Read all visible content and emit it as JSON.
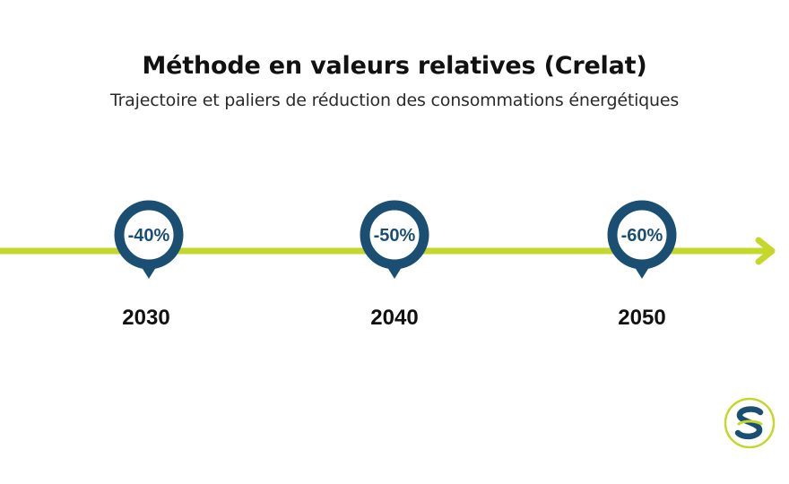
{
  "header": {
    "title": "Méthode en valeurs relatives (Crelat)",
    "subtitle": "Trajectoire et paliers de réduction des consommations énergétiques"
  },
  "milestones": [
    {
      "reduction": "-40%",
      "year": "2030"
    },
    {
      "reduction": "-50%",
      "year": "2040"
    },
    {
      "reduction": "-60%",
      "year": "2050"
    }
  ],
  "colors": {
    "arrow": "#c3d82a",
    "pin": "#1a4f73",
    "logo_ring": "#c3d82a",
    "logo_mark": "#1a4f73"
  },
  "logo": {
    "icon": "brand-s-logo-icon"
  }
}
